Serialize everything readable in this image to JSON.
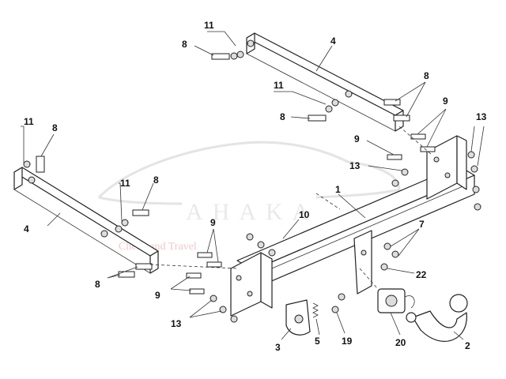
{
  "watermark": {
    "brand": "AHAKA",
    "tagline": "Check and Travel"
  },
  "callouts": [
    {
      "id": "c-11-top",
      "label": "11"
    },
    {
      "id": "c-8-top",
      "label": "8"
    },
    {
      "id": "c-4-top",
      "label": "4"
    },
    {
      "id": "c-8-right-top",
      "label": "8"
    },
    {
      "id": "c-11-mid",
      "label": "11"
    },
    {
      "id": "c-8-mid",
      "label": "8"
    },
    {
      "id": "c-9-right",
      "label": "9"
    },
    {
      "id": "c-13-right",
      "label": "13"
    },
    {
      "id": "c-9-right-lower",
      "label": "9"
    },
    {
      "id": "c-13-right-lower",
      "label": "13"
    },
    {
      "id": "c-11-left",
      "label": "11"
    },
    {
      "id": "c-8-left",
      "label": "8"
    },
    {
      "id": "c-11-left-lower",
      "label": "11"
    },
    {
      "id": "c-8-left-lower",
      "label": "8"
    },
    {
      "id": "c-1",
      "label": "1"
    },
    {
      "id": "c-10",
      "label": "10"
    },
    {
      "id": "c-4-left",
      "label": "4"
    },
    {
      "id": "c-7",
      "label": "7"
    },
    {
      "id": "c-9-left",
      "label": "9"
    },
    {
      "id": "c-22",
      "label": "22"
    },
    {
      "id": "c-8-bottom",
      "label": "8"
    },
    {
      "id": "c-9-bottom",
      "label": "9"
    },
    {
      "id": "c-13-bottom",
      "label": "13"
    },
    {
      "id": "c-3",
      "label": "3"
    },
    {
      "id": "c-5",
      "label": "5"
    },
    {
      "id": "c-19",
      "label": "19"
    },
    {
      "id": "c-20",
      "label": "20"
    },
    {
      "id": "c-2",
      "label": "2"
    }
  ]
}
